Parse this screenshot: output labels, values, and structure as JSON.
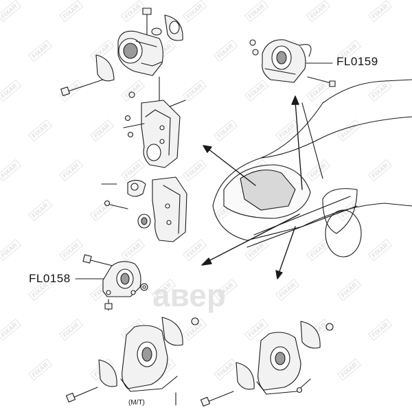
{
  "diagram": {
    "part_labels": {
      "upper_mount": "FL0159",
      "lower_mount": "FL0158"
    },
    "transmission_note": "(M/T)",
    "watermark": {
      "brand": "FIXAR",
      "logo_text": "авер"
    },
    "colors": {
      "line": "#1a1a1a",
      "fill_light": "#f2f2f2",
      "shade": "#9a9a9a",
      "watermark": "#dcdcdc"
    }
  }
}
